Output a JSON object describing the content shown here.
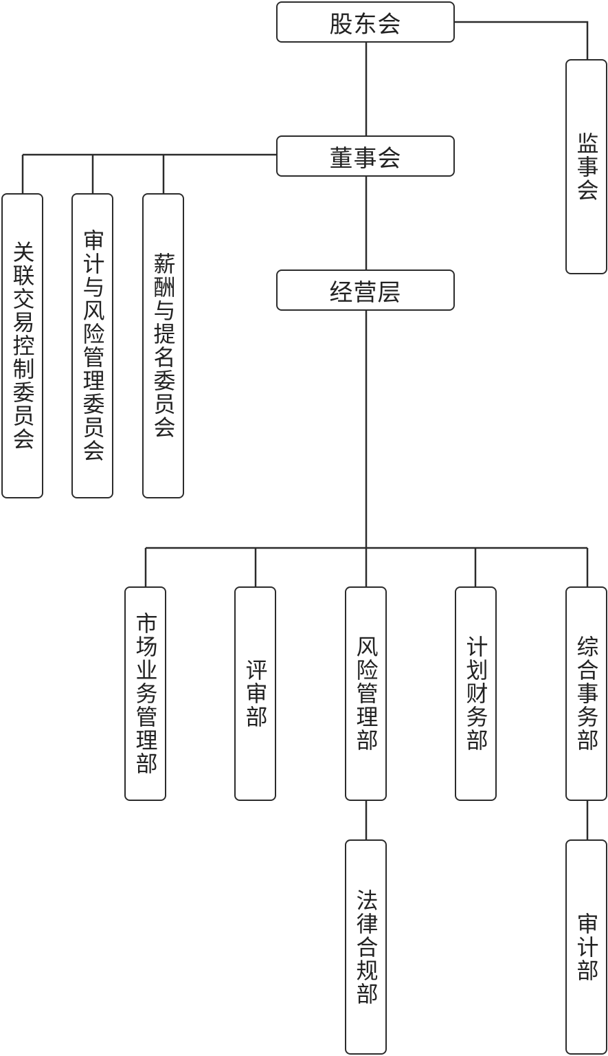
{
  "nodes": {
    "shareholders": "股东会",
    "supervisors": "监事会",
    "board": "董事会",
    "management": "经营层",
    "related_party_committee": "关联交易控制委员会",
    "audit_risk_committee": "审计与风险管理委员会",
    "remuneration_committee": "薪酬与提名委员会",
    "market_dept": "市场业务管理部",
    "review_dept": "评审部",
    "risk_dept": "风险管理部",
    "finance_dept": "计划财务部",
    "general_dept": "综合事务部",
    "legal_dept": "法律合规部",
    "audit_dept": "审计部"
  },
  "colors": {
    "line": "#2b2b2b",
    "border": "#2b2b2b",
    "text": "#222222"
  }
}
